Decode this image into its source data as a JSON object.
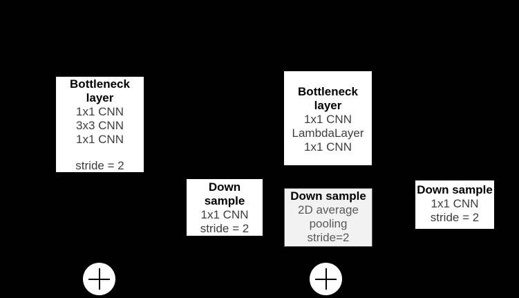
{
  "diagram": {
    "background_color": "#000000",
    "boxes": {
      "bottleneck_conv": {
        "lines": [
          "Bottleneck",
          "layer",
          "1x1 CNN",
          "3x3 CNN",
          "1x1 CNN",
          "stride = 2"
        ]
      },
      "downsample_conv_left": {
        "lines": [
          "Down",
          "sample",
          "1x1 CNN",
          "stride = 2"
        ]
      },
      "bottleneck_lambda": {
        "lines": [
          "Bottleneck",
          "layer",
          "1x1 CNN",
          "LambdaLayer",
          "1x1 CNN"
        ]
      },
      "downsample_avgpool": {
        "lines": [
          "Down sample",
          "2D average",
          "pooling",
          "stride=2"
        ]
      },
      "downsample_conv_right": {
        "lines": [
          "Down sample",
          "1x1 CNN",
          "stride = 2"
        ]
      }
    },
    "nodes": {
      "add_left": {
        "icon": "plus-icon",
        "symbol": "+"
      },
      "add_right": {
        "icon": "plus-icon",
        "symbol": "+"
      }
    },
    "colors": {
      "canvas_bg": "#000000",
      "box_bg": "#ffffff",
      "box_title_text": "#000000",
      "box_body_text": "#3d3d3d",
      "gray_box_bg": "#f2f2f2",
      "gray_box_border": "#595959",
      "gray_box_body_text": "#595959",
      "node_bg": "#ffffff",
      "plus_stroke": "#000000"
    }
  }
}
